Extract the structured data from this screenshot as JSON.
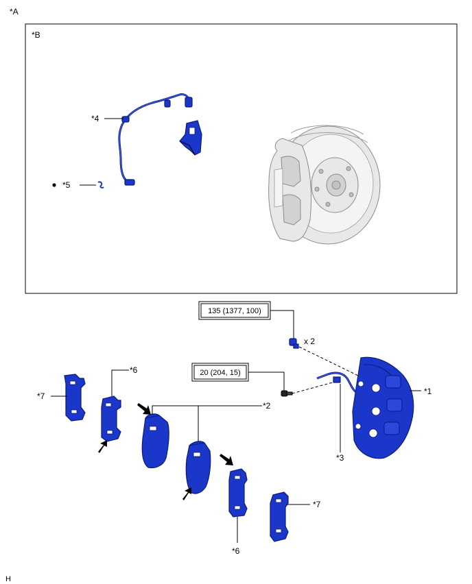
{
  "labels": {
    "a": "*A",
    "b": "*B",
    "p1": "*1",
    "p2": "*2",
    "p3": "*3",
    "p4": "*4",
    "p5": "*5",
    "p6_top": "*6",
    "p6_bottom": "*6",
    "p7_left": "*7",
    "p7_right": "*7",
    "corner": "H"
  },
  "torque": {
    "caliper_bolt": "135 (1377, 100)",
    "bolt_count": "x 2",
    "flexible_hose": "20 (204, 15)"
  },
  "colors": {
    "part_blue": "#1a37c9",
    "assembly_gray": "#e8e8e8"
  }
}
